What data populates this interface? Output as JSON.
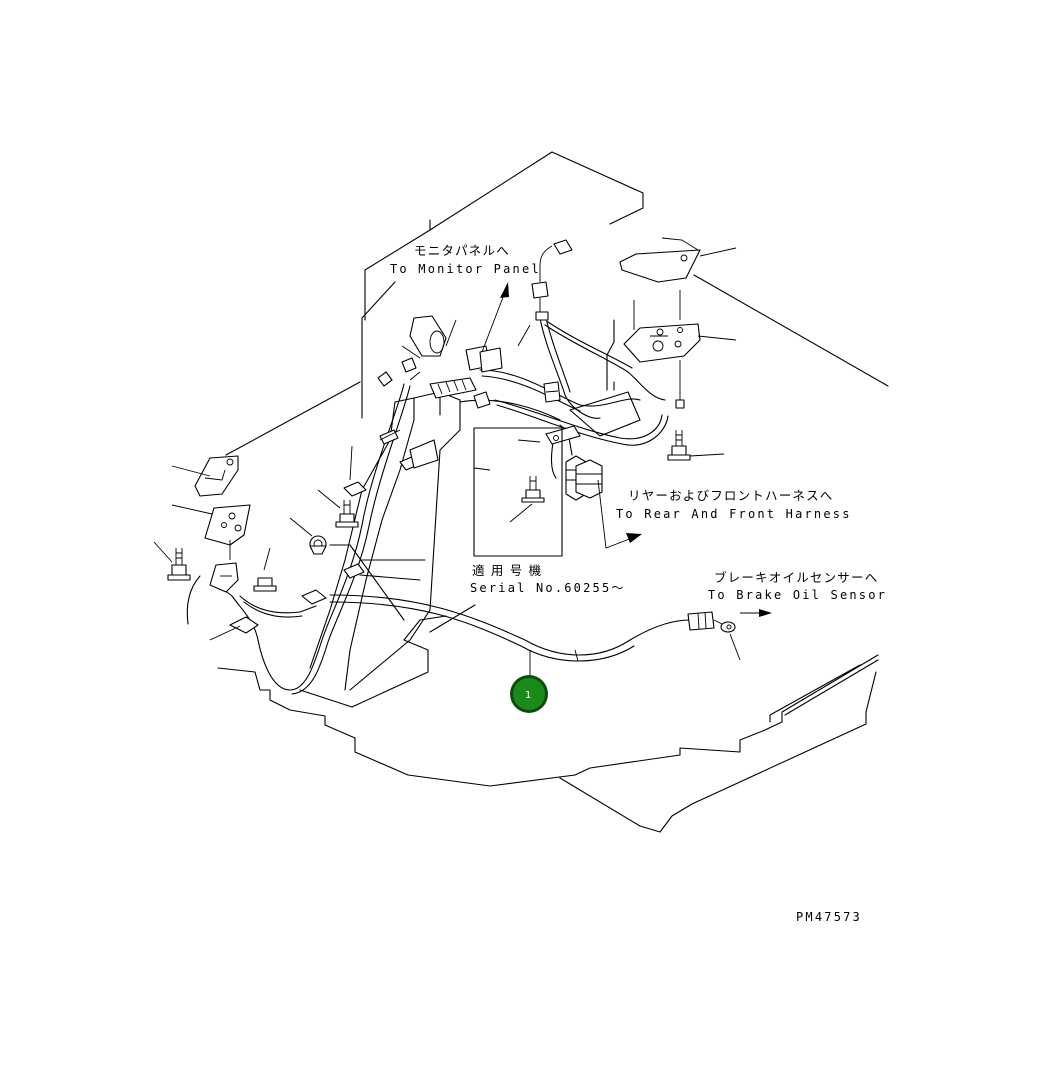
{
  "labels": {
    "monitor_jp": "モニタパネルへ",
    "monitor_en": "To Monitor Panel",
    "rear_jp": "リヤーおよびフロントハーネスへ",
    "rear_en": "To Rear And Front Harness",
    "serial_jp": "適 用 号 機",
    "serial_en": "Serial No.60255～",
    "brake_jp": "ブレーキオイルセンサーへ",
    "brake_en": "To Brake Oil Sensor",
    "drawing_no": "PM47573"
  },
  "callouts": [
    {
      "number": "1",
      "color": "#1a8a1a",
      "ring": "#0b4d0b"
    }
  ]
}
